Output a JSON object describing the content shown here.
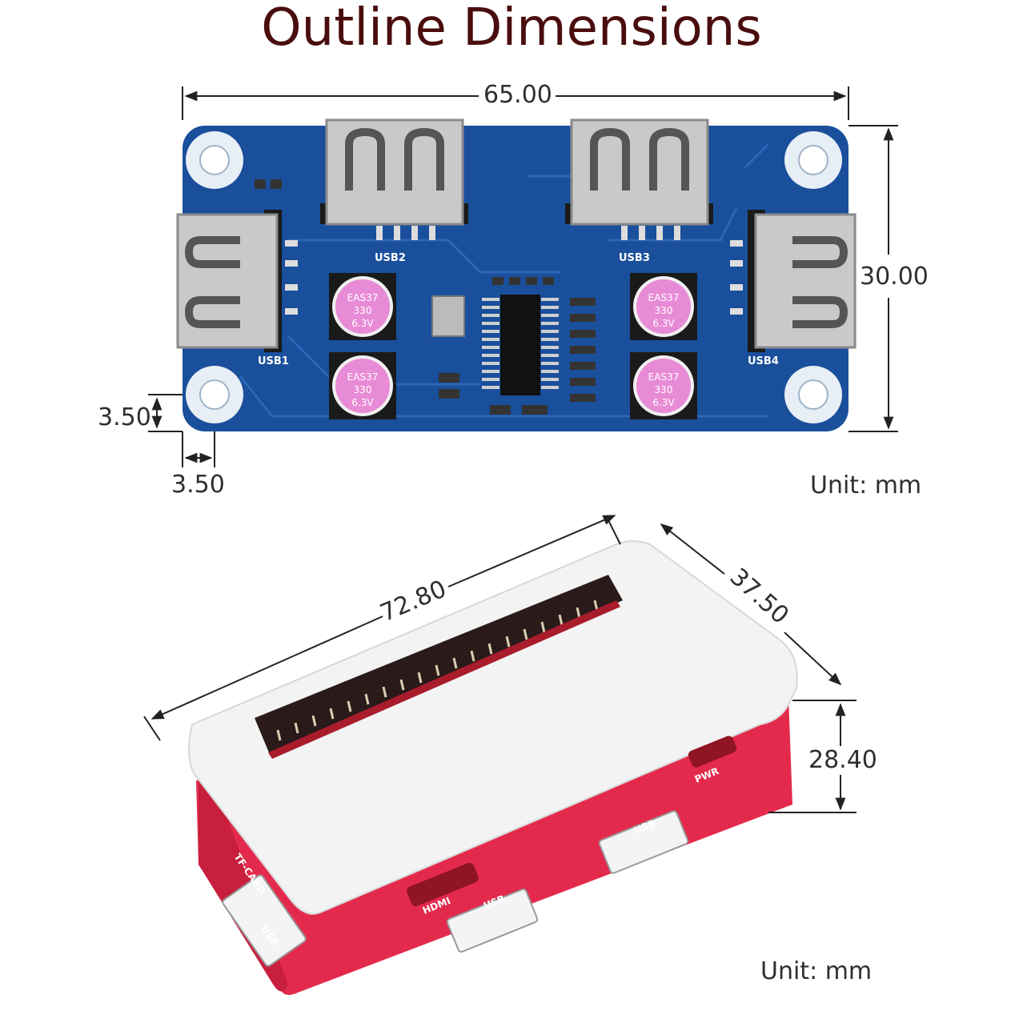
{
  "title": "Outline Dimensions",
  "colors": {
    "title": "#4a0d0d",
    "pcb": "#1a4f9c",
    "pcb_dark": "#123f80",
    "metal": "#c9c9c9",
    "cap_purple": "#e88bd6",
    "case_red": "#e42a4c",
    "case_white": "#f3f3f3",
    "dim_line": "#222222"
  },
  "board": {
    "width": "65.00",
    "height": "30.00",
    "hole_offset_y": "3.50",
    "hole_offset_x": "3.50",
    "unit": "Unit: mm",
    "port_labels": [
      "USB1",
      "USB2",
      "USB3",
      "USB4"
    ],
    "capacitor_text": [
      "EAS37",
      "330",
      "6.3V"
    ]
  },
  "case": {
    "length": "72.80",
    "depth": "37.50",
    "height": "28.40",
    "unit": "Unit: mm",
    "port_labels": {
      "tf": "TF-CARD",
      "hdmi": "HDMI",
      "usb_a": "USB",
      "usb_b": "USB",
      "usb_side": "USB",
      "pwr": "PWR"
    }
  }
}
